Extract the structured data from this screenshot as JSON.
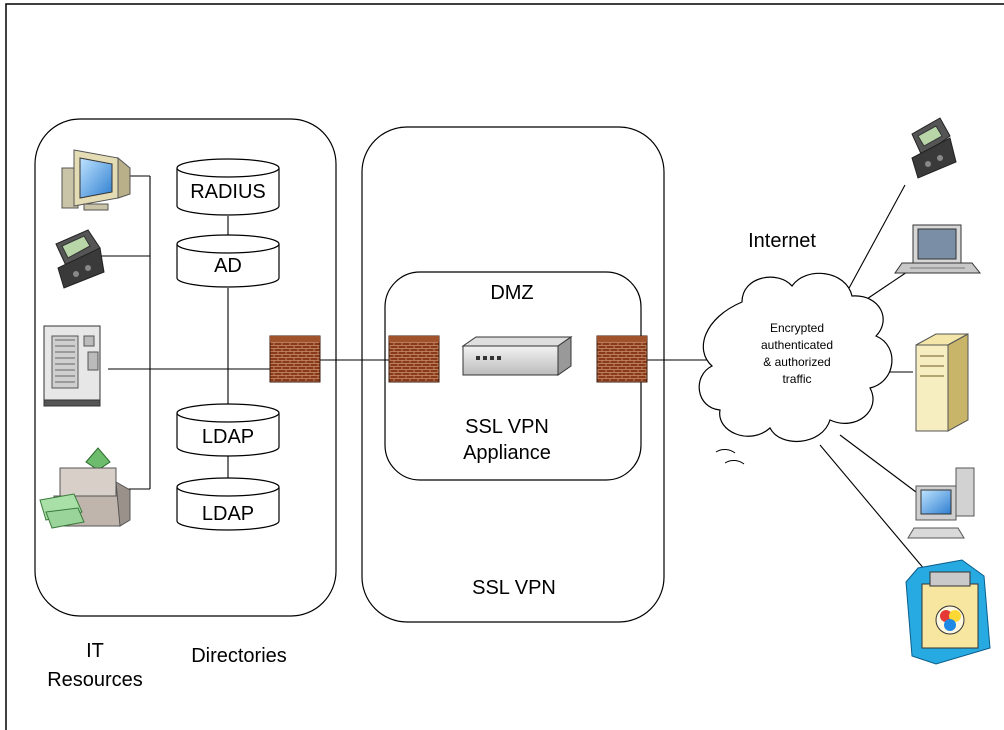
{
  "zones": {
    "dmz_label": "DMZ",
    "ssl_vpn_label": "SSL VPN",
    "appliance_line1": "SSL VPN",
    "appliance_line2": "Appliance"
  },
  "directories": [
    "RADIUS",
    "AD",
    "LDAP",
    "LDAP"
  ],
  "internet": {
    "label": "Internet",
    "cloud_lines": [
      "Encrypted",
      "authenticated",
      "& authorized",
      "traffic"
    ]
  },
  "bottom_labels": {
    "it_line1": "IT",
    "it_line2": "Resources",
    "directories": "Directories"
  },
  "icons": {
    "it_resources": [
      "desktop-pc-icon",
      "pda-icon",
      "mainframe-server-icon",
      "printer-fax-icon"
    ],
    "firewalls": [
      "firewall-icon",
      "firewall-icon",
      "firewall-icon"
    ],
    "appliance": "vpn-appliance-icon",
    "remote_clients": [
      "pda-icon",
      "laptop-icon",
      "tower-server-icon",
      "desktop-pc-icon",
      "ink-cartridge-icon"
    ]
  }
}
